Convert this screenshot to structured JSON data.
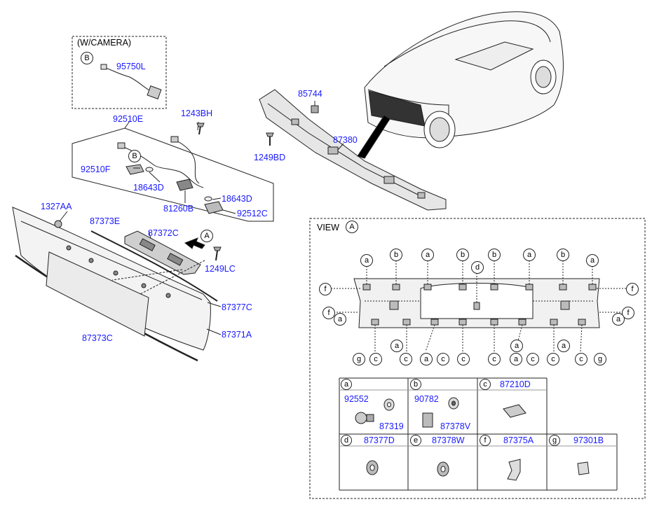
{
  "camera_box": {
    "title": "(W/CAMERA)",
    "callout": "B",
    "part": "95750L"
  },
  "labels": {
    "p92510E": "92510E",
    "p1243BH": "1243BH",
    "p92510F": "92510F",
    "p18643D_a": "18643D",
    "p18643D_b": "18643D",
    "p81260B": "81260B",
    "p92512C": "92512C",
    "callout_b2": "B",
    "p85744": "85744",
    "p87380": "87380",
    "p1249BD": "1249BD",
    "p1327AA": "1327AA",
    "p87373E": "87373E",
    "p87372C": "87372C",
    "callout_a": "A",
    "p1249LC": "1249LC",
    "p87377C": "87377C",
    "p87371A": "87371A",
    "p87373C": "87373C"
  },
  "view": {
    "title": "VIEW",
    "callout": "A",
    "top_callouts": [
      "a",
      "b",
      "a",
      "b",
      "b",
      "a",
      "b",
      "a"
    ],
    "mid_callout": "d",
    "side_left": [
      "f",
      "f",
      "a"
    ],
    "side_right": [
      "f",
      "f",
      "a"
    ],
    "bottom_row1": [
      "a",
      "a",
      "a"
    ],
    "bottom_row2": [
      "g",
      "c",
      "c",
      "a",
      "c",
      "c",
      "c",
      "a",
      "c",
      "c",
      "c",
      "g"
    ]
  },
  "table": {
    "cells": [
      {
        "letter": "a",
        "head": "",
        "parts": [
          "92552",
          "87319"
        ]
      },
      {
        "letter": "b",
        "head": "",
        "parts": [
          "90782",
          "87378V"
        ]
      },
      {
        "letter": "c",
        "head": "87210D",
        "parts": []
      },
      {
        "letter": "d",
        "head": "87377D",
        "parts": []
      },
      {
        "letter": "e",
        "head": "87378W",
        "parts": []
      },
      {
        "letter": "f",
        "head": "87375A",
        "parts": []
      },
      {
        "letter": "g",
        "head": "97301B",
        "parts": []
      }
    ]
  },
  "colors": {
    "part_number": "#1a1aff",
    "line": "#222222",
    "fill": "#d9d9d9"
  }
}
